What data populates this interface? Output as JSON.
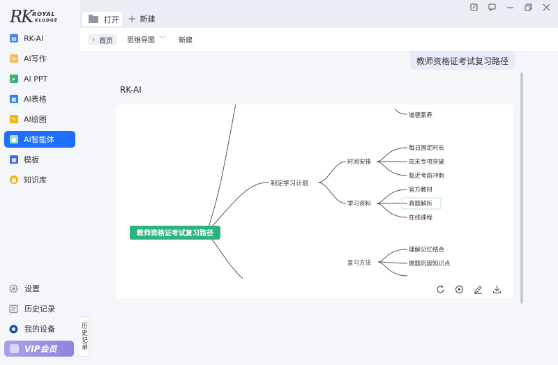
{
  "brand": {
    "mark": "RK",
    "line1": "ROYAL",
    "line2": "KLUDGE"
  },
  "sidebar": {
    "items": [
      {
        "label": "RK-AI",
        "icon": "rk-ai-icon",
        "color": "#4a86e8",
        "active": false
      },
      {
        "label": "AI写作",
        "icon": "writing-icon",
        "color": "#f2c14e",
        "active": false
      },
      {
        "label": "AI PPT",
        "icon": "ppt-icon",
        "color": "#3bb273",
        "active": false
      },
      {
        "label": "AI表格",
        "icon": "table-icon",
        "color": "#2f80ed",
        "active": false
      },
      {
        "label": "AI绘图",
        "icon": "paint-icon",
        "color": "#f2b705",
        "active": false
      },
      {
        "label": "AI智能体",
        "icon": "agent-icon",
        "color": "#1f6fff",
        "active": true
      },
      {
        "label": "模板",
        "icon": "template-icon",
        "color": "#3d6bd6",
        "active": false
      },
      {
        "label": "知识库",
        "icon": "knowledge-icon",
        "color": "#f2b705",
        "active": false
      }
    ],
    "bottom": [
      {
        "label": "设置",
        "icon": "gear-icon"
      },
      {
        "label": "历史记录",
        "icon": "history-icon"
      },
      {
        "label": "我的设备",
        "icon": "device-icon"
      }
    ],
    "vip_label": "VIP会员"
  },
  "tabs": {
    "open_label": "打开",
    "new_label": "新建"
  },
  "breadcrumb": {
    "home": "首页",
    "current": "思维导图",
    "new": "新建"
  },
  "chat": {
    "user_message": "教师资格证考试复习路径",
    "assistant_name": "RK-AI"
  },
  "mindmap": {
    "root": "教师资格证考试复习路径",
    "branch": "制定学习计划",
    "top_leaf": "道德素养",
    "groups": [
      {
        "label": "时间安排",
        "leaves": [
          "每日固定时长",
          "周末专项突破",
          "临近考前冲刺"
        ]
      },
      {
        "label": "学习资料",
        "leaves": [
          "官方教材",
          "真题解析",
          "在线课程"
        ]
      },
      {
        "label": "复习方法",
        "leaves": [
          "理解记忆结合",
          "做题巩固知识点"
        ]
      }
    ],
    "colors": {
      "root": "#2db37f",
      "line": "#555555"
    }
  },
  "history_tab": "历史记录"
}
